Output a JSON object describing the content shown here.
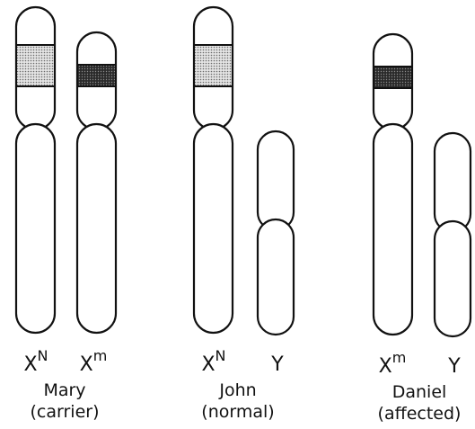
{
  "groups": [
    {
      "name": "Mary",
      "status": "(carrier)",
      "chromosomes": [
        {
          "label": "X",
          "superscript": "N",
          "band": "normal-allele"
        },
        {
          "label": "X",
          "superscript": "m",
          "band": "mutant-allele"
        }
      ]
    },
    {
      "name": "John",
      "status": "(normal)",
      "chromosomes": [
        {
          "label": "X",
          "superscript": "N",
          "band": "normal-allele"
        },
        {
          "label": "Y",
          "superscript": "",
          "band": "none"
        }
      ]
    },
    {
      "name": "Daniel",
      "status": "(affected)",
      "chromosomes": [
        {
          "label": "X",
          "superscript": "m",
          "band": "mutant-allele"
        },
        {
          "label": "Y",
          "superscript": "",
          "band": "none"
        }
      ]
    }
  ],
  "colors": {
    "outline": "#111111",
    "normal_allele_band": "#c9c9c9",
    "mutant_allele_band": "#4a4a4a"
  }
}
